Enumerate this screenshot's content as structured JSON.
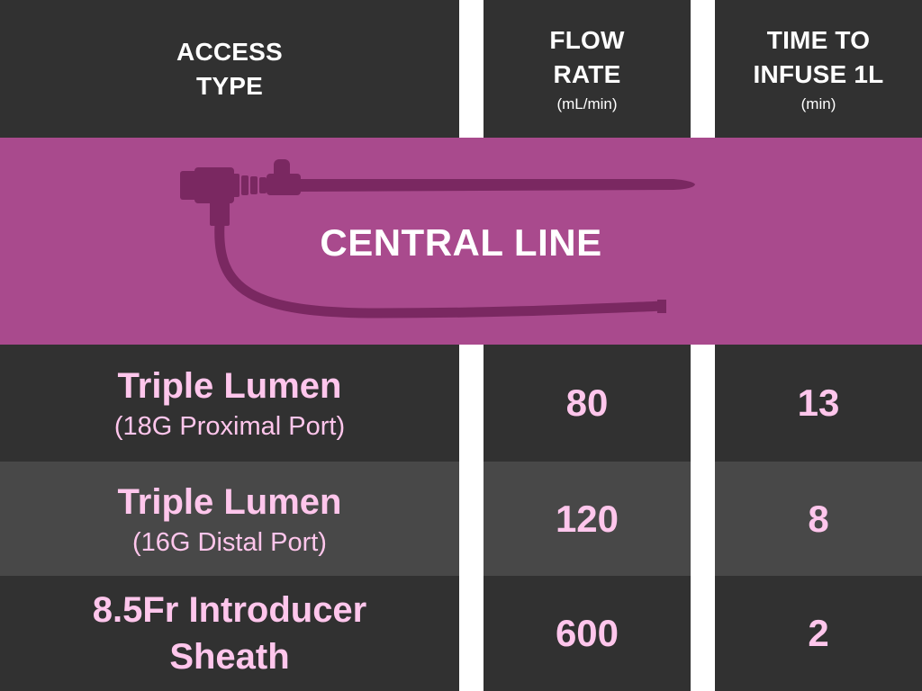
{
  "header": {
    "access": {
      "line1": "ACCESS",
      "line2": "TYPE"
    },
    "flow": {
      "line1": "FLOW",
      "line2": "RATE",
      "unit": "(mL/min)"
    },
    "time": {
      "line1": "TIME TO",
      "line2": "INFUSE 1L",
      "unit": "(min)"
    }
  },
  "section": {
    "title": "CENTRAL LINE",
    "icon": "central-line-catheter-icon"
  },
  "rows": [
    {
      "name": "Triple Lumen",
      "sub": "(18G Proximal Port)",
      "flow": "80",
      "time": "13"
    },
    {
      "name": "Triple Lumen",
      "sub": "(16G Distal Port)",
      "flow": "120",
      "time": "8"
    },
    {
      "name_line1": "8.5Fr Introducer",
      "name_line2": "Sheath",
      "flow": "600",
      "time": "2"
    }
  ],
  "colors": {
    "dark": "#313131",
    "stripe": "#484848",
    "accent": "#a94a8d",
    "catheter": "#7a2861",
    "value_pink": "#ffc6ec"
  }
}
